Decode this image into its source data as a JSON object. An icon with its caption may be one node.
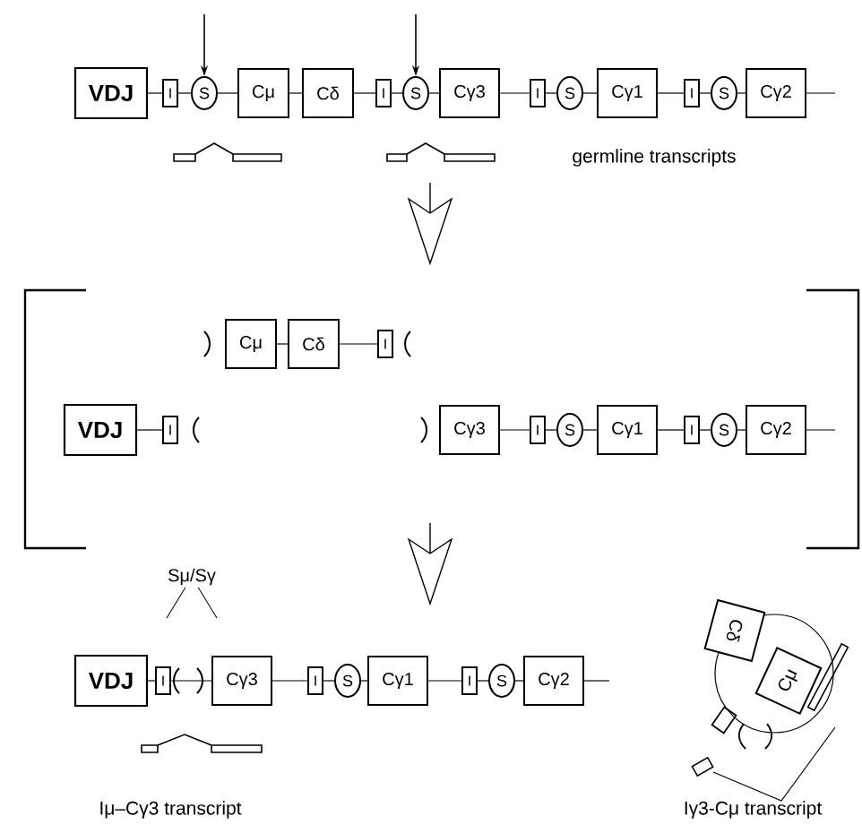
{
  "diagram": {
    "nodes": [
      {
        "text": [
          "VDJ"
        ]
      },
      {
        "text": [
          "I"
        ]
      },
      {
        "text": [
          "S"
        ]
      },
      {
        "text": [
          "Cμ"
        ]
      },
      {
        "text": [
          "Cδ"
        ]
      },
      {
        "text": [
          "I"
        ]
      },
      {
        "text": [
          "S"
        ]
      },
      {
        "text": [
          "Cγ3"
        ]
      },
      {
        "text": [
          "I"
        ]
      },
      {
        "text": [
          "S"
        ]
      },
      {
        "text": [
          "Cγ1"
        ]
      },
      {
        "text": [
          "I"
        ]
      },
      {
        "text": [
          "S"
        ]
      },
      {
        "text": [
          "Cγ2"
        ]
      },
      {
        "text": [
          "Cμ"
        ]
      },
      {
        "text": [
          "Cδ"
        ]
      },
      {
        "text": [
          "I"
        ]
      },
      {
        "text": [
          "VDJ"
        ]
      },
      {
        "text": [
          "I"
        ]
      },
      {
        "text": [
          "Cγ3"
        ]
      },
      {
        "text": [
          "I"
        ]
      },
      {
        "text": [
          "S"
        ]
      },
      {
        "text": [
          "Cγ1"
        ]
      },
      {
        "text": [
          "I"
        ]
      },
      {
        "text": [
          "S"
        ]
      },
      {
        "text": [
          "Cγ2"
        ]
      },
      {
        "text": [
          "Sμ/Sγ"
        ]
      },
      {
        "text": [
          "VDJ"
        ]
      },
      {
        "text": [
          "I"
        ]
      },
      {
        "text": [
          "Cγ3"
        ]
      },
      {
        "text": [
          "I"
        ]
      },
      {
        "text": [
          "S"
        ]
      },
      {
        "text": [
          "Cγ1"
        ]
      },
      {
        "text": [
          "I"
        ]
      },
      {
        "text": [
          "S"
        ]
      },
      {
        "text": [
          "Cγ2"
        ]
      },
      {
        "text": [
          "Cδ"
        ]
      },
      {
        "text": [
          "Cμ"
        ]
      }
    ],
    "edges": [
      {
        "from": null,
        "to": 2,
        "arrow": "to"
      },
      {
        "from": null,
        "to": 6,
        "arrow": "to"
      },
      {
        "from": 0,
        "to": 1,
        "arrow": "none"
      },
      {
        "from": 1,
        "to": 2,
        "arrow": "none"
      },
      {
        "from": 2,
        "to": 3,
        "arrow": "none"
      },
      {
        "from": 3,
        "to": 4,
        "arrow": "none"
      },
      {
        "from": 4,
        "to": 5,
        "arrow": "none"
      },
      {
        "from": 5,
        "to": 6,
        "arrow": "none"
      },
      {
        "from": 6,
        "to": 7,
        "arrow": "none"
      },
      {
        "from": 7,
        "to": 8,
        "arrow": "none"
      },
      {
        "from": 8,
        "to": 9,
        "arrow": "none"
      },
      {
        "from": 9,
        "to": 10,
        "arrow": "none"
      },
      {
        "from": 10,
        "to": 11,
        "arrow": "none"
      },
      {
        "from": 11,
        "to": 12,
        "arrow": "none"
      },
      {
        "from": 12,
        "to": 13,
        "arrow": "none"
      },
      {
        "from": 14,
        "to": 15,
        "arrow": "none"
      },
      {
        "from": 15,
        "to": 16,
        "arrow": "none"
      },
      {
        "from": 17,
        "to": 18,
        "arrow": "none"
      },
      {
        "from": 19,
        "to": 20,
        "arrow": "none"
      },
      {
        "from": 20,
        "to": 21,
        "arrow": "none"
      },
      {
        "from": 21,
        "to": 22,
        "arrow": "none"
      },
      {
        "from": 22,
        "to": 23,
        "arrow": "none"
      },
      {
        "from": 23,
        "to": 24,
        "arrow": "none"
      },
      {
        "from": 24,
        "to": 25,
        "arrow": "none"
      },
      {
        "from": 26,
        "to": null,
        "arrow": "none"
      },
      {
        "from": 26,
        "to": null,
        "arrow": "none"
      },
      {
        "from": 27,
        "to": 28,
        "arrow": "none"
      },
      {
        "from": 28,
        "to": 29,
        "arrow": "none"
      },
      {
        "from": 29,
        "to": 30,
        "arrow": "none"
      },
      {
        "from": 30,
        "to": 31,
        "arrow": "none"
      },
      {
        "from": 31,
        "to": 32,
        "arrow": "none"
      },
      {
        "from": 32,
        "to": 33,
        "arrow": "none"
      },
      {
        "from": 33,
        "to": 34,
        "arrow": "none"
      },
      {
        "from": 34,
        "to": 35,
        "arrow": "none"
      }
    ],
    "labels": [
      "germline transcripts",
      "Iμ–Cγ3 transcript",
      "Iγ3-Cμ transcript"
    ]
  }
}
